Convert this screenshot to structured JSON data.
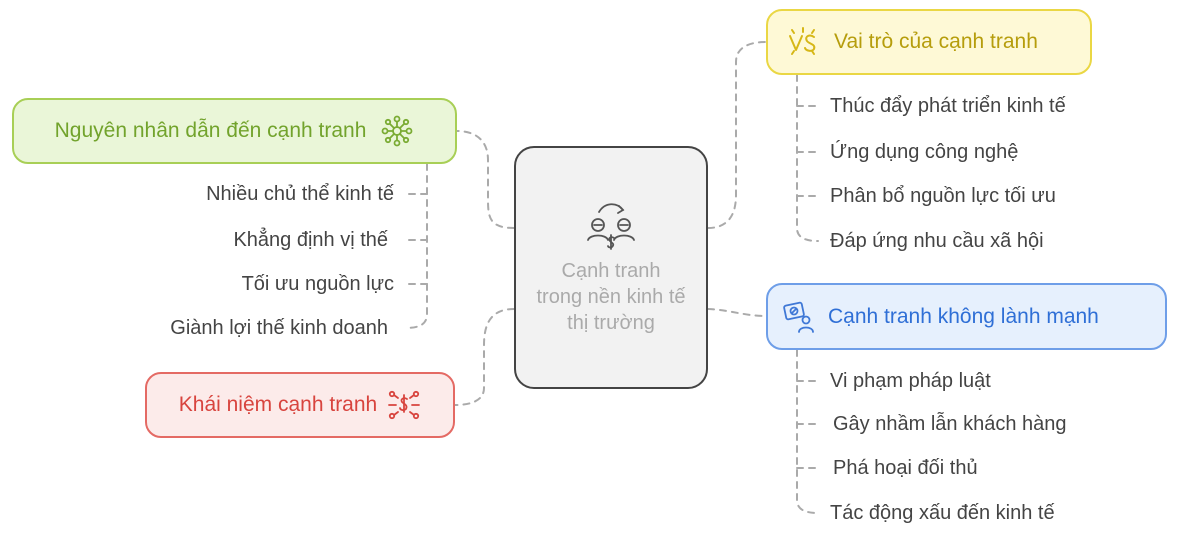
{
  "center": {
    "title": "Cạnh tranh trong nền kinh tế thị trường",
    "icon": "competition-icon"
  },
  "branches": {
    "causes": {
      "title": "Nguyên nhân dẫn đến cạnh tranh",
      "icon": "network-icon",
      "color": "#a8cf56",
      "items": [
        "Nhiều chủ thể kinh tế",
        "Khẳng định vị thế",
        "Tối ưu nguồn lực",
        "Giành lợi thế kinh doanh"
      ]
    },
    "roles": {
      "title": "Vai trò của cạnh tranh",
      "icon": "versus-icon",
      "color": "#ead744",
      "items": [
        "Thúc đẩy phát triển kinh tế",
        "Ứng dụng công nghệ",
        "Phân bổ nguồn lực tối ưu",
        "Đáp ứng nhu cầu xã hội"
      ]
    },
    "unfair": {
      "title": "Cạnh tranh không lành mạnh",
      "icon": "fraud-icon",
      "color": "#6e9ee8",
      "items": [
        "Vi phạm pháp luật",
        "Gây nhầm lẫn khách hàng",
        "Phá hoại đối thủ",
        "Tác động xấu đến kinh tế"
      ]
    },
    "concept": {
      "title": "Khái niệm cạnh tranh",
      "icon": "money-flow-icon",
      "color": "#e46a64"
    }
  }
}
